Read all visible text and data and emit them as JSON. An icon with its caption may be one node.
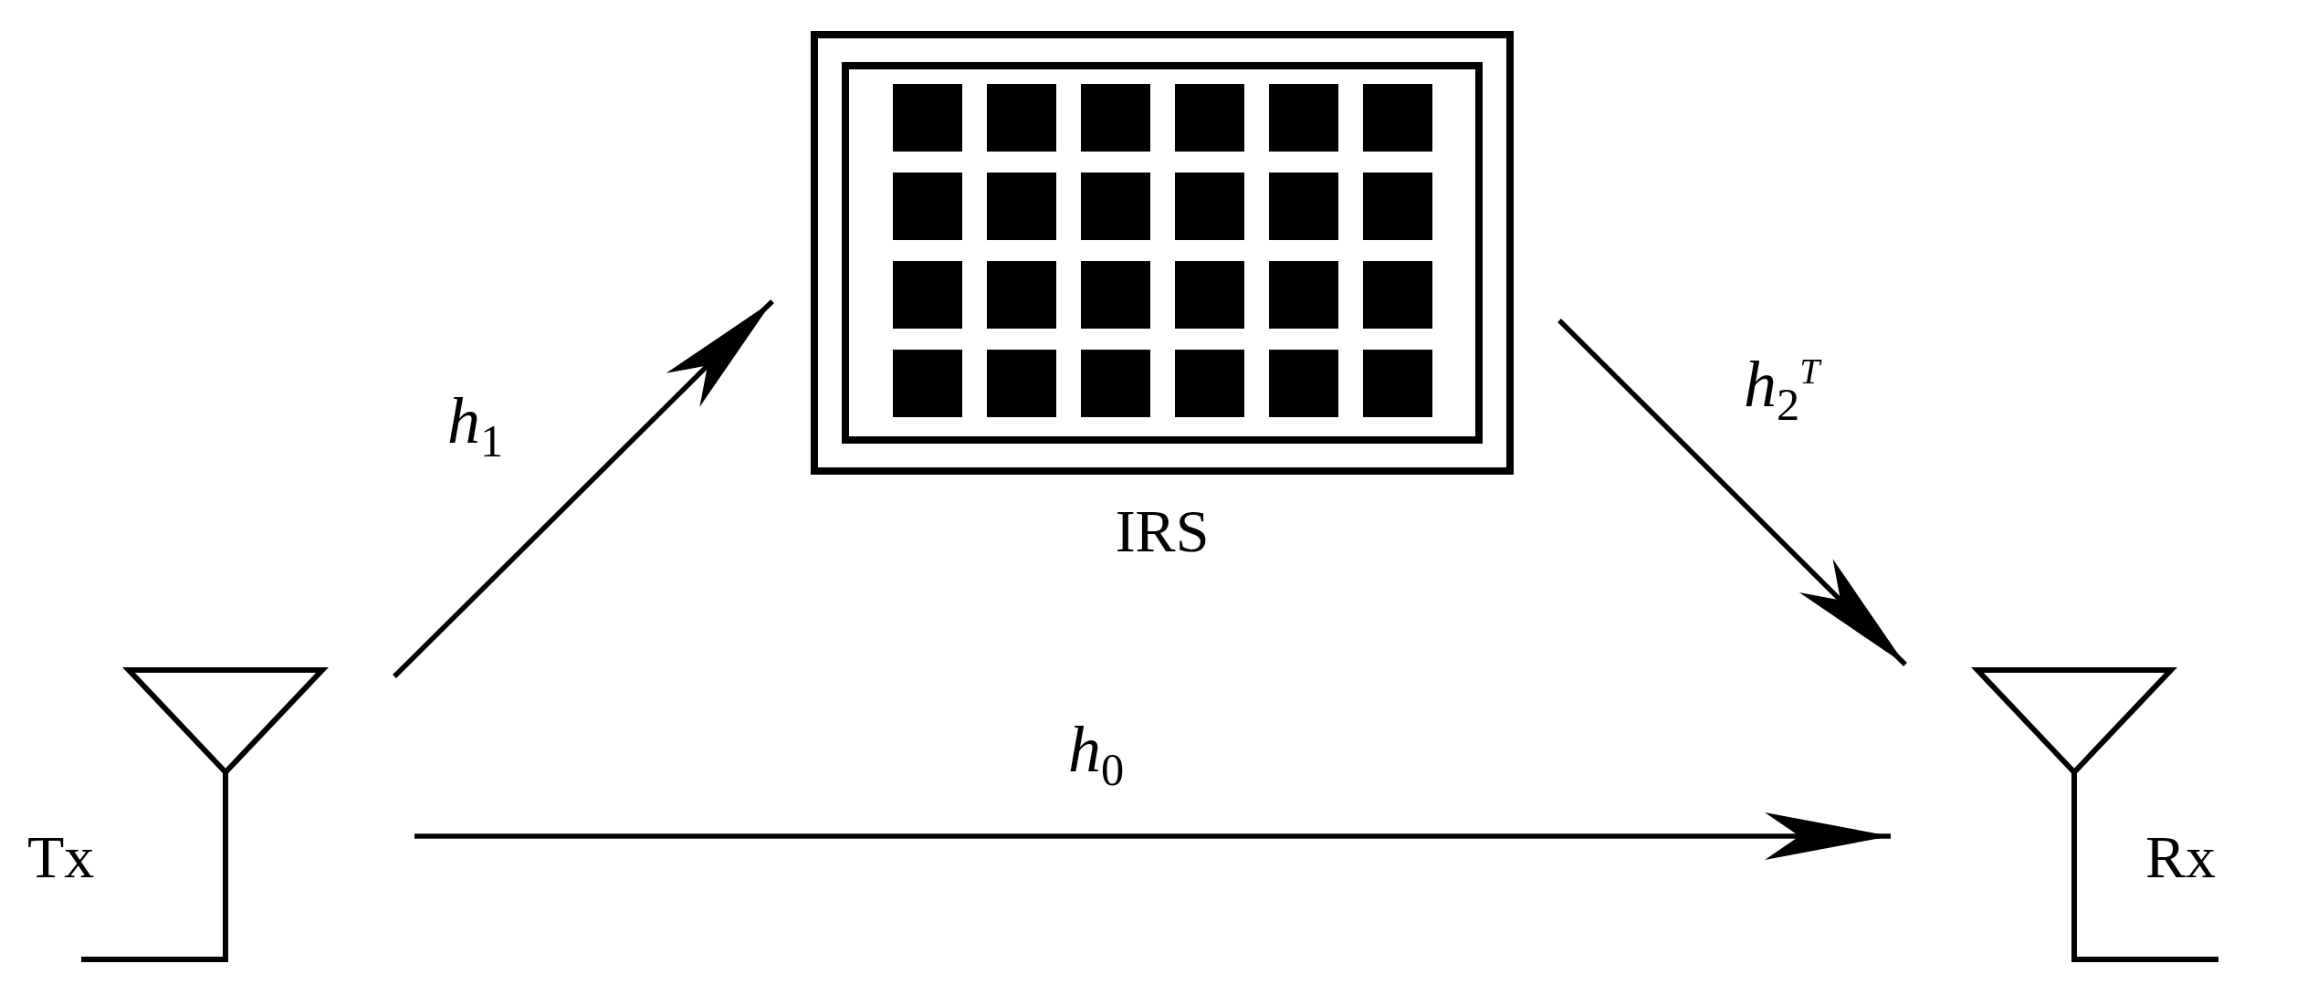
{
  "diagram": {
    "nodes": [
      {
        "text": [
          "Tx"
        ]
      },
      {
        "text": [
          "IRS"
        ]
      },
      {
        "text": [
          "Rx"
        ]
      }
    ],
    "edges": [
      {
        "from": 0,
        "to": 1,
        "arrow": "to",
        "label": "*h*$_{1}$"
      },
      {
        "from": 1,
        "to": 2,
        "arrow": "to",
        "label": "*h*$_{2}$$^{T}$"
      },
      {
        "from": 0,
        "to": 2,
        "arrow": "to",
        "label": "*h*$_{0}$"
      }
    ]
  }
}
